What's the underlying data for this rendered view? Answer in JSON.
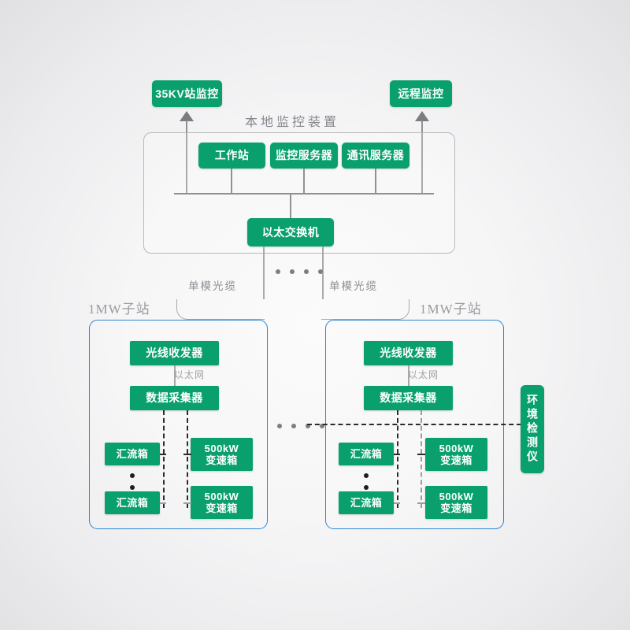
{
  "diagram": {
    "title_local_monitoring": "本地监控装置",
    "top_nodes": [
      {
        "id": "station35kv",
        "label": "35KV站监控"
      },
      {
        "id": "remote",
        "label": "远程监控"
      }
    ],
    "local_panel_nodes": [
      {
        "id": "workstation",
        "label": "工作站"
      },
      {
        "id": "monitorserver",
        "label": "监控服务器"
      },
      {
        "id": "commserver",
        "label": "通讯服务器"
      }
    ],
    "switch_node": {
      "id": "switch",
      "label": "以太交换机"
    },
    "fiber_label_left": "单模光缆",
    "fiber_label_right": "单模光缆",
    "substations": [
      {
        "id": "left",
        "title": "1MW子站",
        "transceiver": "光线收发器",
        "ethernet_label": "以太网",
        "collector": "数据采集器",
        "combiner_top": "汇流箱",
        "combiner_bottom": "汇流箱",
        "inverter_top": "500kW\n变速箱",
        "inverter_bottom": "500kW\n变速箱"
      },
      {
        "id": "right",
        "title": "1MW子站",
        "transceiver": "光线收发器",
        "ethernet_label": "以太网",
        "collector": "数据采集器",
        "combiner_top": "汇流箱",
        "combiner_bottom": "汇流箱",
        "inverter_top": "500kW\n变速箱",
        "inverter_bottom": "500kW\n变速箱"
      }
    ],
    "env_monitor": {
      "id": "env",
      "label": "环境检测仪"
    },
    "colors": {
      "node_green": "#0aa06e",
      "substation_border": "#2e86d0",
      "panel_border": "#b9b9bb",
      "connector_gray": "#919194",
      "dashed_black": "#2b2b2b",
      "label_gray": "#8b8b90"
    }
  }
}
